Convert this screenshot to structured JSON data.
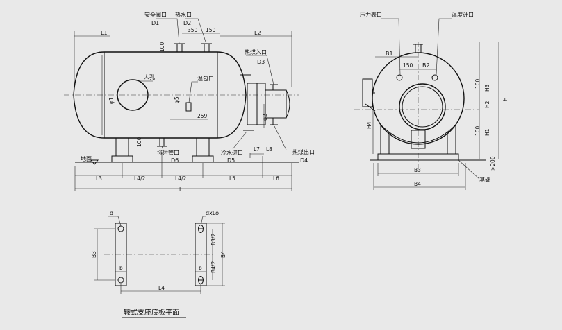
{
  "side_view": {
    "callouts": {
      "safety_valve": "安全阀口",
      "hot_water": "热水口",
      "heat_in": "热煤入口",
      "manhole": "人孔",
      "thermo_pocket": "温包口",
      "drain": "排污管口",
      "cold_in": "冷水进口",
      "heat_out": "热煤出口",
      "ground": "地面"
    },
    "ids": {
      "d1": "D1",
      "d2": "D2",
      "d3": "D3",
      "d4": "D4",
      "d5": "D5",
      "d6": "D6"
    },
    "dims": {
      "l1": "L1",
      "l2": "L2",
      "n350": "350",
      "n150": "150",
      "n100a": "100",
      "n100b": "100",
      "phi1": "φ1",
      "phi2": "φ2",
      "phi5": "φ5",
      "n259": "259",
      "l3": "L3",
      "l4h1": "L4/2",
      "l4h2": "L4/2",
      "l5": "L5",
      "l6": "L6",
      "l7": "L7",
      "l8": "L8",
      "l": "L"
    }
  },
  "end_view": {
    "callouts": {
      "gauge": "压力表口",
      "thermometer": "温度计口",
      "base": "基础"
    },
    "dims": {
      "b1": "B1",
      "b2": "B2",
      "n150": "150",
      "n100a": "100",
      "n100b": "100",
      "h1": "H1",
      "h2": "H2",
      "h3": "H3",
      "h4": "H4",
      "h": "H",
      "n200": ">200",
      "b3": "B3",
      "b4": "B4"
    }
  },
  "plan_view": {
    "caption": "鞍式支座底板平面",
    "dims": {
      "d": "d",
      "dxlo": "dxLo",
      "b3": "B3",
      "b3h": "B3/2",
      "b4h": "B4/2",
      "b4": "B4",
      "b_left": "b",
      "b_right": "b",
      "l4": "L4"
    }
  }
}
